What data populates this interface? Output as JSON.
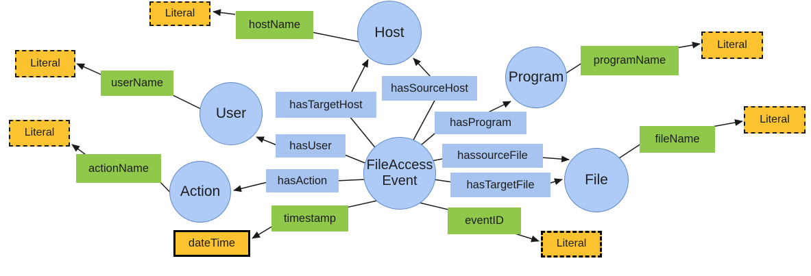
{
  "diagram": {
    "colors": {
      "class_fill": "#AECBF7",
      "class_border": "#5E88C7",
      "object_property_fill": "#A7C3F0",
      "data_property_fill": "#90C84C",
      "literal_fill": "#FCC330",
      "edge_color": "#222222"
    },
    "classes": {
      "host": "Host",
      "program": "Program",
      "user": "User",
      "action": "Action",
      "file": "File",
      "file_access_event": "FileAccess\nEvent"
    },
    "object_properties": {
      "has_target_host": "hasTargetHost",
      "has_source_host": "hasSourceHost",
      "has_program": "hasProgram",
      "has_user": "hasUser",
      "has_action": "hasAction",
      "has_source_file": "hassourceFile",
      "has_target_file": "hasTargetFile"
    },
    "data_properties": {
      "host_name": "hostName",
      "user_name": "userName",
      "action_name": "actionName",
      "program_name": "programName",
      "file_name": "fileName",
      "timestamp": "timestamp",
      "event_id": "eventID"
    },
    "literal_label": "Literal",
    "datatype_label": "dateTime"
  }
}
